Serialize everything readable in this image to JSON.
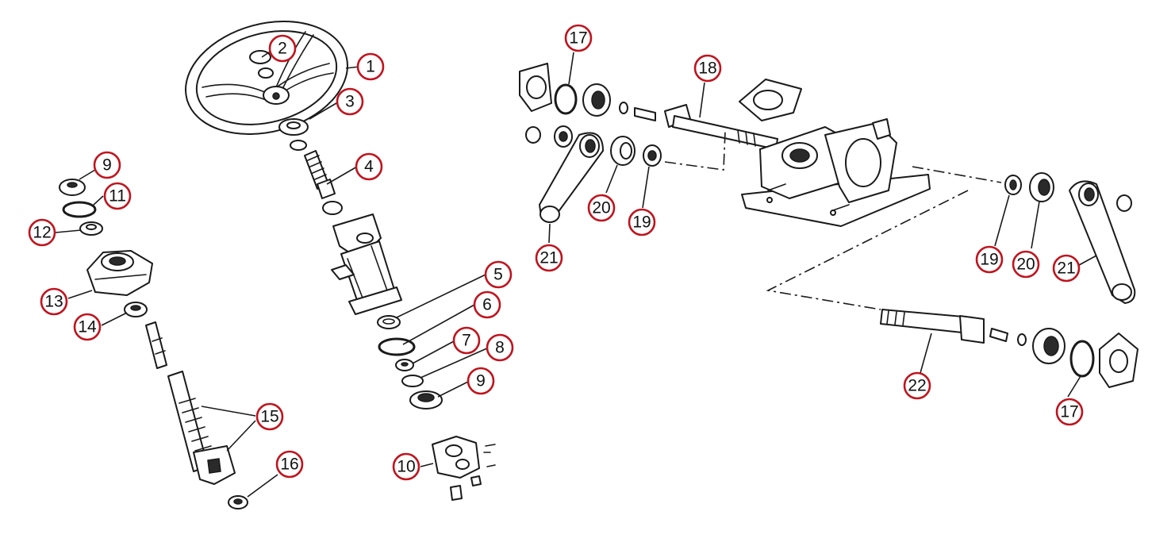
{
  "callouts": [
    {
      "id": "c1",
      "label": "1"
    },
    {
      "id": "c2",
      "label": "2"
    },
    {
      "id": "c3",
      "label": "3"
    },
    {
      "id": "c4",
      "label": "4"
    },
    {
      "id": "c5",
      "label": "5"
    },
    {
      "id": "c6",
      "label": "6"
    },
    {
      "id": "c7",
      "label": "7"
    },
    {
      "id": "c8",
      "label": "8"
    },
    {
      "id": "c9a",
      "label": "9"
    },
    {
      "id": "c9b",
      "label": "9"
    },
    {
      "id": "c10",
      "label": "10"
    },
    {
      "id": "c11",
      "label": "11"
    },
    {
      "id": "c12",
      "label": "12"
    },
    {
      "id": "c13",
      "label": "13"
    },
    {
      "id": "c14",
      "label": "14"
    },
    {
      "id": "c15",
      "label": "15"
    },
    {
      "id": "c16",
      "label": "16"
    },
    {
      "id": "c17a",
      "label": "17"
    },
    {
      "id": "c17b",
      "label": "17"
    },
    {
      "id": "c18",
      "label": "18"
    },
    {
      "id": "c19a",
      "label": "19"
    },
    {
      "id": "c19b",
      "label": "19"
    },
    {
      "id": "c20a",
      "label": "20"
    },
    {
      "id": "c20b",
      "label": "20"
    },
    {
      "id": "c21a",
      "label": "21"
    },
    {
      "id": "c21b",
      "label": "21"
    },
    {
      "id": "c22",
      "label": "22"
    }
  ],
  "colors": {
    "callout_ring": "#c0141e",
    "line_art": "#1a1a1a",
    "background": "#ffffff"
  }
}
